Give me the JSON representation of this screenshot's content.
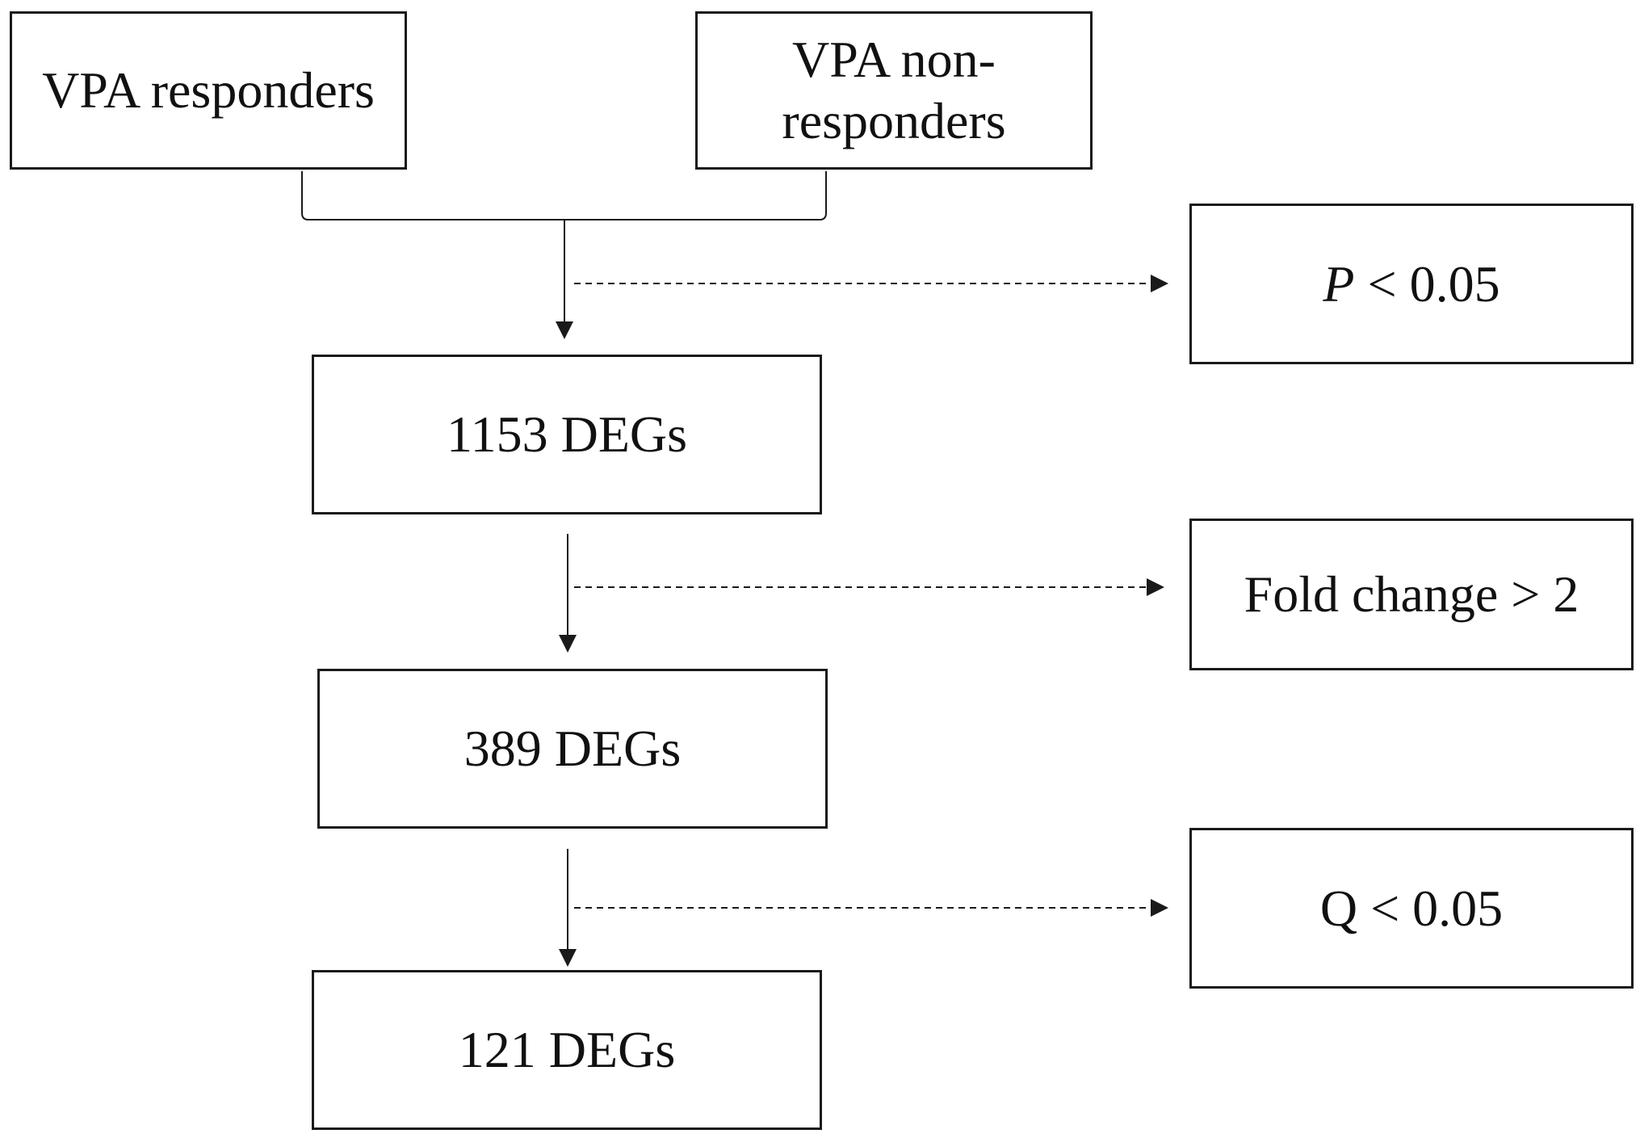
{
  "groups": {
    "responders": "VPA responders",
    "nonresponders_line1": "VPA non-",
    "nonresponders_line2": "responders"
  },
  "steps": [
    {
      "count_label": "1153 DEGs"
    },
    {
      "count_label": "389 DEGs"
    },
    {
      "count_label": "121 DEGs"
    }
  ],
  "filters": {
    "p_symbol": "P",
    "p_rest": " < 0.05",
    "fold_change": "Fold change > 2",
    "q_value": "Q < 0.05"
  }
}
